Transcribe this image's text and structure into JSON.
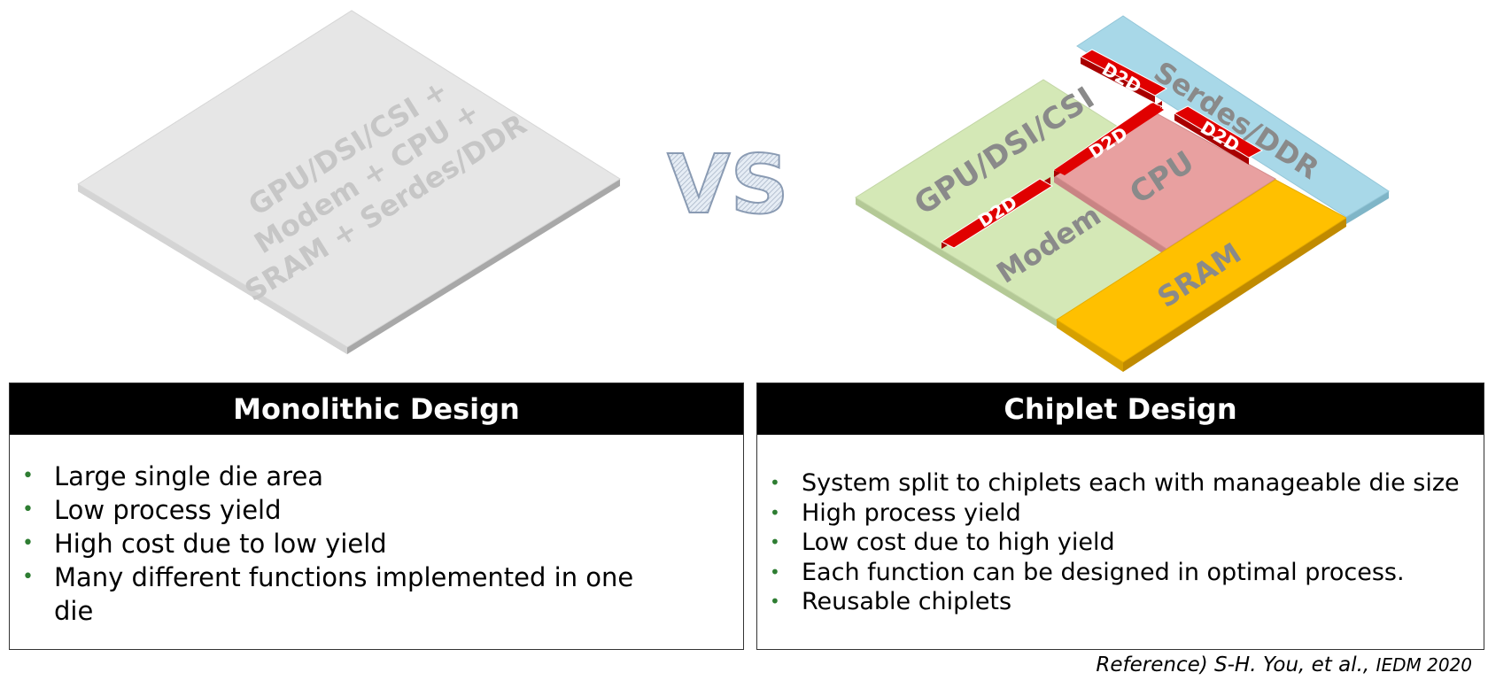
{
  "monolithic": {
    "die_label_lines": [
      "GPU/DSI/CSI +",
      "Modem + CPU +",
      "SRAM + Serdes/DDR"
    ],
    "title": "Monolithic Design",
    "bullets": [
      "Large single die area",
      "Low process yield",
      "High cost due to low yield",
      "Many different functions implemented in one die"
    ]
  },
  "vs_label": "VS",
  "chiplet": {
    "blocks": {
      "gpu": "GPU/DSI/CSI",
      "modem": "Modem",
      "cpu": "CPU",
      "serdes": "Serdes/DDR",
      "sram": "SRAM"
    },
    "d2d_label": "D2D",
    "title": "Chiplet Design",
    "bullets": [
      "System split to chiplets each with manageable die size",
      "High process yield",
      "Low cost due to high yield",
      "Each function can be designed in optimal process.",
      "Reusable chiplets"
    ]
  },
  "reference": {
    "text": "Reference) S-H. You, et al., ",
    "venue": "IEDM 2020"
  },
  "colors": {
    "gpu": "#d4e8b6",
    "cpu": "#e8a0a0",
    "serdes": "#a8d8e8",
    "sram": "#ffc000",
    "d2d": "#e00000",
    "bullet": "#2e7d32",
    "header": "#000000"
  }
}
